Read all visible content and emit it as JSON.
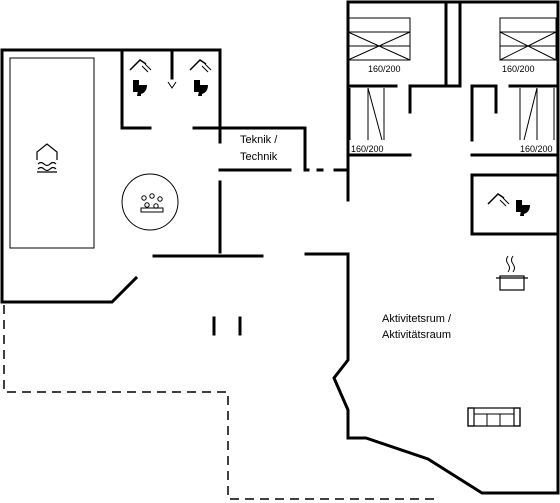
{
  "rooms": {
    "technik": {
      "line1": "Teknik /",
      "line2": "Technik"
    },
    "aktivitet": {
      "line1": "Aktivitetsrum /",
      "line2": "Aktivitätsraum"
    }
  },
  "beds": {
    "bed1": "160/200",
    "bed2": "160/200",
    "bed3": "160/200",
    "bed4": "160/200"
  },
  "icons": {
    "pool": "pool-icon",
    "spa": "whirlpool-icon",
    "shower": "shower-icon",
    "toilet": "toilet-icon",
    "kitchen": "cooking-pot-icon",
    "sofa": "sofa-icon"
  },
  "colors": {
    "wall": "#000000",
    "background": "#ffffff"
  }
}
